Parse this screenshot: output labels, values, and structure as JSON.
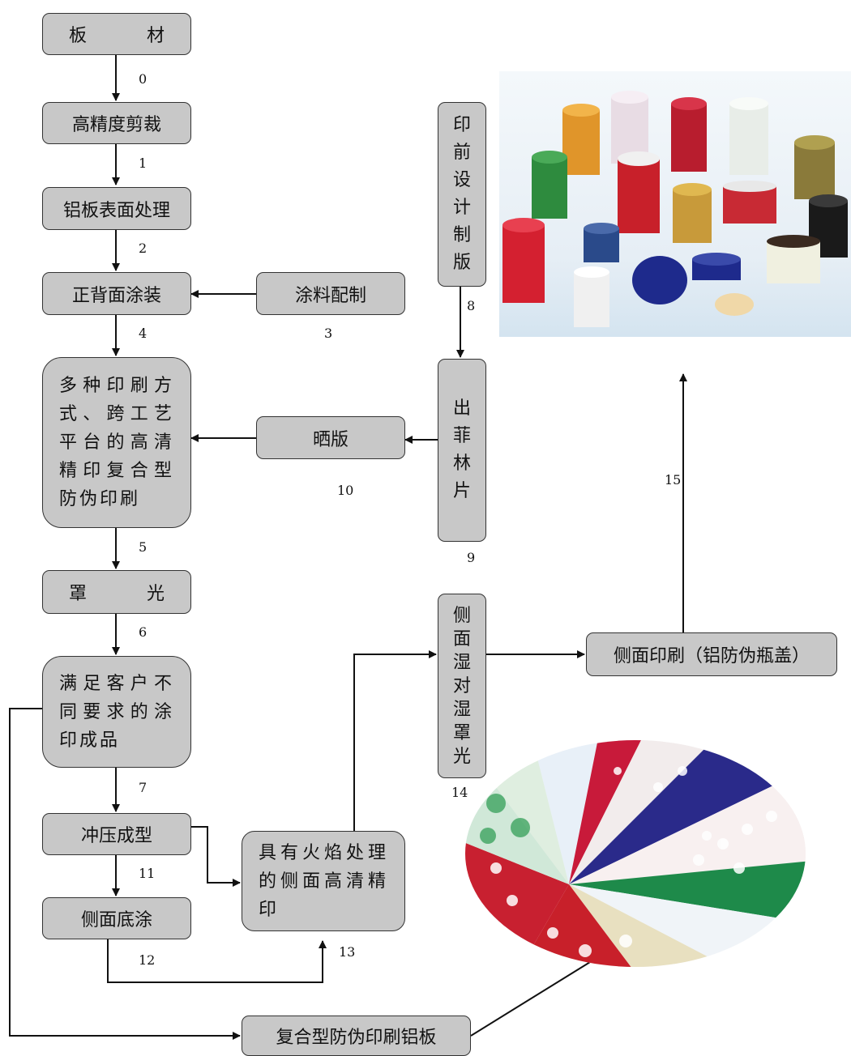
{
  "boxes": {
    "b0": "板　　材",
    "b0a": "板",
    "b0b": "材",
    "b1": "高精度剪裁",
    "b2": "铝板表面处理",
    "b4": "正背面涂装",
    "b3": "涂料配制",
    "b5": "多种印刷方式、跨工艺平台的高清精印复合型防伪印刷",
    "b6a": "罩",
    "b6b": "光",
    "b7": "满足客户不同要求的涂印成品",
    "b11": "冲压成型",
    "b12": "侧面底涂",
    "b13": "具有火焰处理的侧面高清精印",
    "b10": "晒版",
    "b8_chars": [
      "印",
      "前",
      "设",
      "计",
      "制",
      "版"
    ],
    "b9_chars": [
      "出",
      "菲",
      "林",
      "片"
    ],
    "b14_chars": [
      "侧",
      "面",
      "湿",
      "对",
      "湿",
      "罩",
      "光"
    ],
    "b15": "侧面印刷（铝防伪瓶盖）",
    "b16": "复合型防伪印刷铝板"
  },
  "numbers": {
    "n0": "0",
    "n1": "1",
    "n2": "2",
    "n3": "3",
    "n4": "4",
    "n5": "5",
    "n6": "6",
    "n7": "7",
    "n8": "8",
    "n9": "9",
    "n10": "10",
    "n11": "11",
    "n12": "12",
    "n13": "13",
    "n14": "14",
    "n15": "15"
  },
  "colors": {
    "box_fill": "#c8c8c8",
    "line": "#111111",
    "cap_red": "#c8202a",
    "cap_green": "#2e8b3e",
    "cap_blue": "#1e2a8c"
  }
}
